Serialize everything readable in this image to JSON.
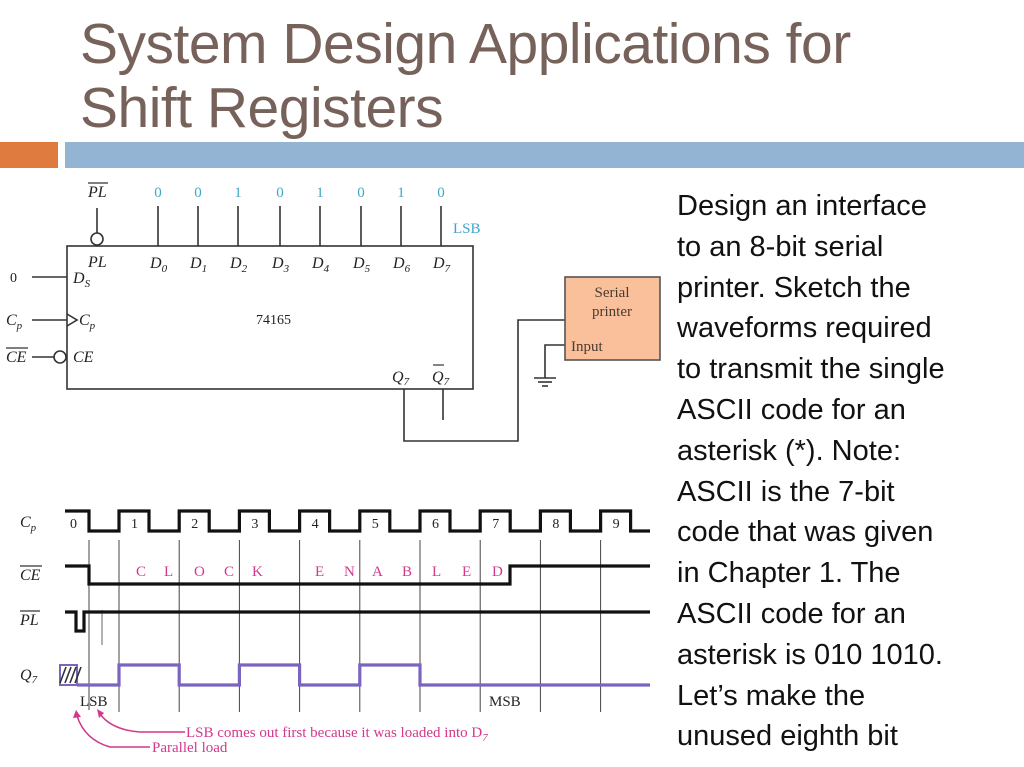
{
  "slide": {
    "title_line1": "System Design Applications for",
    "title_line2": "Shift Registers",
    "colors": {
      "title": "#76625a",
      "accent_orange": "#e07b3f",
      "accent_blue": "#93b4d2",
      "data_bits": "#3fa8c8",
      "annotation": "#d2388c",
      "q7_waveform": "#7b64c0",
      "printer_fill": "#f9c09b"
    }
  },
  "body": {
    "lines": [
      "Design an interface",
      "to an 8-bit serial",
      "printer. Sketch the",
      "waveforms required",
      "to transmit the single",
      "ASCII code for an",
      "asterisk (*). Note:",
      "ASCII is the 7-bit",
      "code that was given",
      "in Chapter 1. The",
      "ASCII code for an",
      "asterisk is 010 1010.",
      "Let’s make the",
      "unused eighth bit"
    ]
  },
  "circuit": {
    "chip_label": "74165",
    "pl_top_label": "PL",
    "pl_inner_label": "PL",
    "data_inputs": [
      {
        "pin": "D",
        "sub": "0",
        "value": "0"
      },
      {
        "pin": "D",
        "sub": "1",
        "value": "0"
      },
      {
        "pin": "D",
        "sub": "2",
        "value": "1"
      },
      {
        "pin": "D",
        "sub": "3",
        "value": "0"
      },
      {
        "pin": "D",
        "sub": "4",
        "value": "1"
      },
      {
        "pin": "D",
        "sub": "5",
        "value": "0"
      },
      {
        "pin": "D",
        "sub": "6",
        "value": "1"
      },
      {
        "pin": "D",
        "sub": "7",
        "value": "0"
      }
    ],
    "lsb_label": "LSB",
    "ds_input_value": "0",
    "ds_label": "D",
    "ds_sub": "S",
    "cp_outer": "C",
    "cp_outer_sub": "p",
    "cp_inner": "C",
    "cp_inner_sub": "p",
    "ce_outer": "CE",
    "ce_inner": "CE",
    "q7_label": "Q",
    "q7_sub": "7",
    "q7bar_label": "Q",
    "q7bar_sub": "7",
    "printer_line1": "Serial",
    "printer_line2": "printer",
    "printer_input": "Input"
  },
  "timing": {
    "signals": [
      {
        "name": "C",
        "sub": "p"
      },
      {
        "name": "CE",
        "sub": "",
        "overbar": true
      },
      {
        "name": "PL",
        "sub": "",
        "overbar": true
      },
      {
        "name": "Q",
        "sub": "7"
      }
    ],
    "clock_numbers": [
      "0",
      "1",
      "2",
      "3",
      "4",
      "5",
      "6",
      "7",
      "8",
      "9"
    ],
    "enabled_letters": [
      "C",
      "L",
      "O",
      "C",
      "K",
      "E",
      "N",
      "A",
      "B",
      "L",
      "E",
      "D"
    ],
    "q7_bits_lsb_first": [
      0,
      1,
      0,
      1,
      0,
      1,
      0,
      0
    ],
    "lsb_label": "LSB",
    "msb_label": "MSB",
    "annotation_lsb": "LSB comes out first because it was loaded into D",
    "annotation_lsb_sub": "7",
    "annotation_parallel": "Parallel load"
  }
}
